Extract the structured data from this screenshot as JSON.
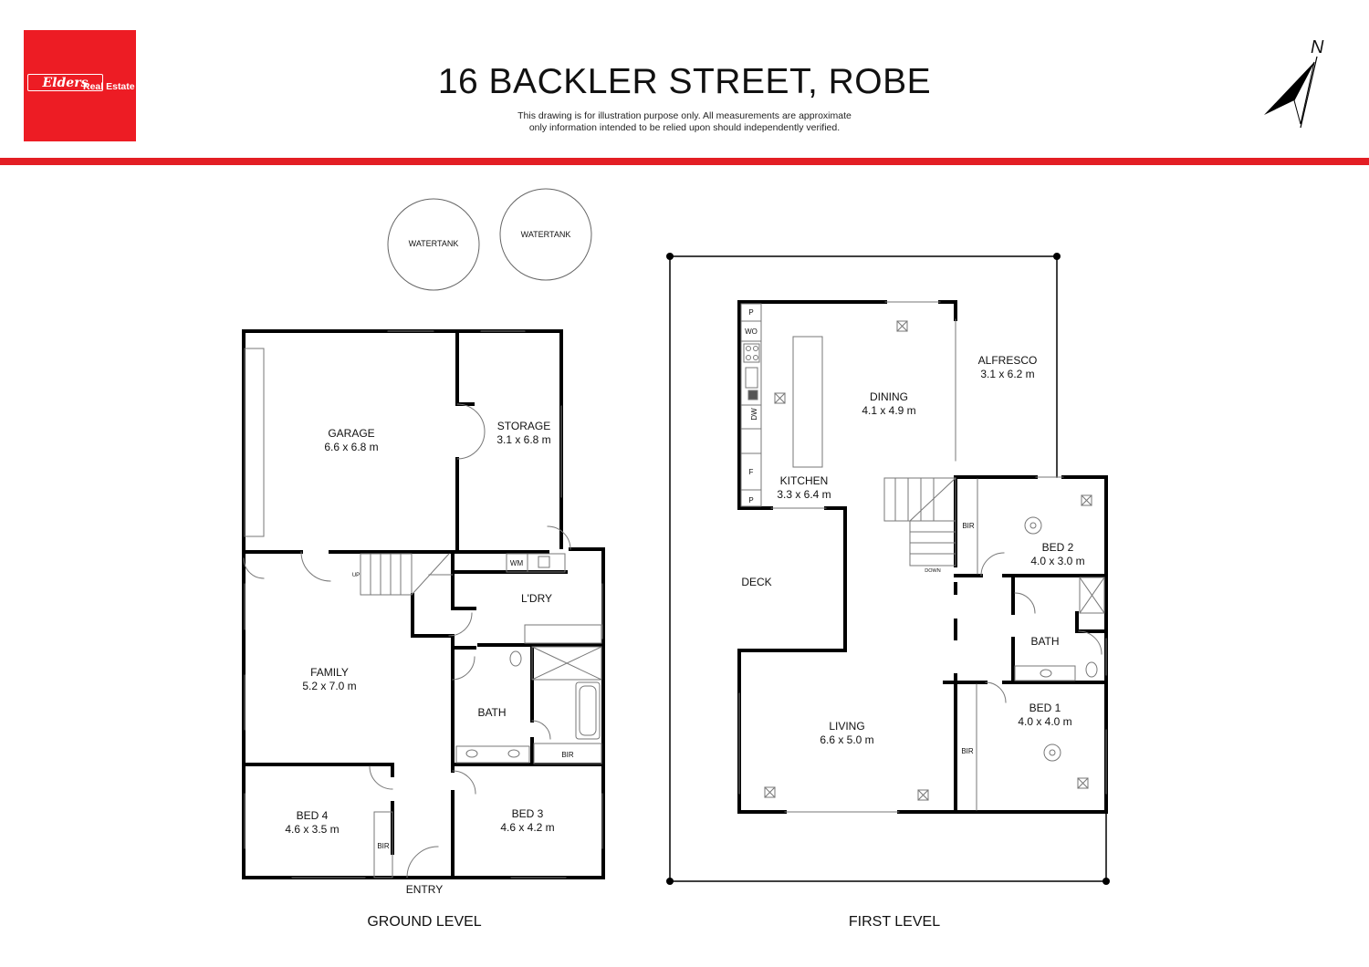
{
  "header": {
    "logo_mark": "Elders",
    "logo_text": "Real Estate",
    "title": "16 BACKLER STREET, ROBE",
    "disclaimer_line1": "This drawing is for illustration purpose only. All measurements are approximate",
    "disclaimer_line2": "only information intended to be relied upon should independently verified.",
    "compass_letter": "N"
  },
  "colors": {
    "brand_red": "#ed1c24",
    "wall": "#000000"
  },
  "ground": {
    "level_label": "GROUND LEVEL",
    "watertank_1": "WATERTANK",
    "watertank_2": "WATERTANK",
    "garage": {
      "name": "GARAGE",
      "size": "6.6 x 6.8 m"
    },
    "storage": {
      "name": "STORAGE",
      "size": "3.1 x 6.8 m"
    },
    "family": {
      "name": "FAMILY",
      "size": "5.2 x 7.0 m"
    },
    "laundry": {
      "name": "L'DRY"
    },
    "bath": {
      "name": "BATH"
    },
    "bed4": {
      "name": "BED 4",
      "size": "4.6 x 3.5 m"
    },
    "bed3": {
      "name": "BED 3",
      "size": "4.6 x 4.2 m"
    },
    "wm": "WM",
    "up": "UP",
    "bir_bath": "BIR",
    "bir_bed4": "BIR",
    "entry": "ENTRY"
  },
  "first": {
    "level_label": "FIRST LEVEL",
    "dining": {
      "name": "DINING",
      "size": "4.1 x 4.9 m"
    },
    "alfresco": {
      "name": "ALFRESCO",
      "size": "3.1 x 6.2 m"
    },
    "kitchen": {
      "name": "KITCHEN",
      "size": "3.3 x 6.4 m"
    },
    "deck": "DECK",
    "living": {
      "name": "LIVING",
      "size": "6.6 x 5.0 m"
    },
    "bed2": {
      "name": "BED 2",
      "size": "4.0 x 3.0 m"
    },
    "bath": {
      "name": "BATH"
    },
    "bed1": {
      "name": "BED 1",
      "size": "4.0 x 4.0 m"
    },
    "p_top": "P",
    "wo": "WO",
    "dw": "DW",
    "f": "F",
    "p_bottom": "P",
    "bir_bed2": "BIR",
    "bir_bed1": "BIR",
    "down": "DOWN"
  }
}
